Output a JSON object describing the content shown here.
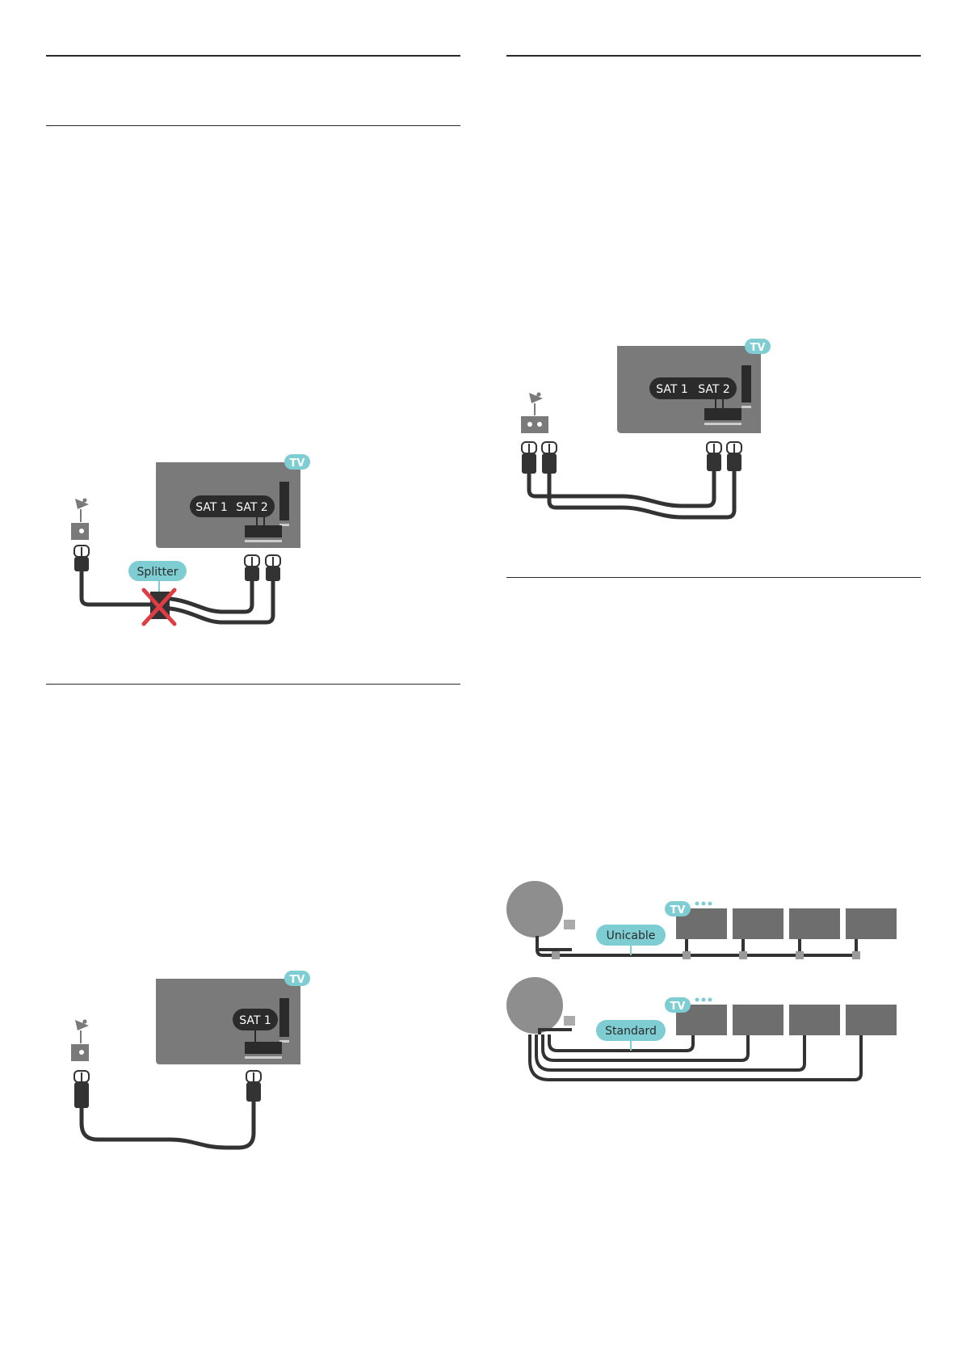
{
  "figures": {
    "splitter": {
      "tv_badge": "TV",
      "sat1": "SAT 1",
      "sat2": "SAT 2",
      "splitter_label": "Splitter"
    },
    "single_tuner": {
      "tv_badge": "TV",
      "sat1": "SAT 1"
    },
    "dual_tuner": {
      "tv_badge": "TV",
      "sat1": "SAT 1",
      "sat2": "SAT 2"
    },
    "unicable": {
      "tv_badge": "TV",
      "label": "Unicable"
    },
    "standard": {
      "tv_badge": "TV",
      "label": "Standard"
    }
  },
  "colors": {
    "tv_body": "#7a7a7a",
    "cable": "#333333",
    "badge": "#7dcdd2",
    "pill": "#2b2b2b",
    "cross": "#e03c44"
  },
  "icons": [
    "satellite-dish-icon",
    "wall-socket-icon",
    "coax-plug-icon",
    "cross-icon"
  ]
}
